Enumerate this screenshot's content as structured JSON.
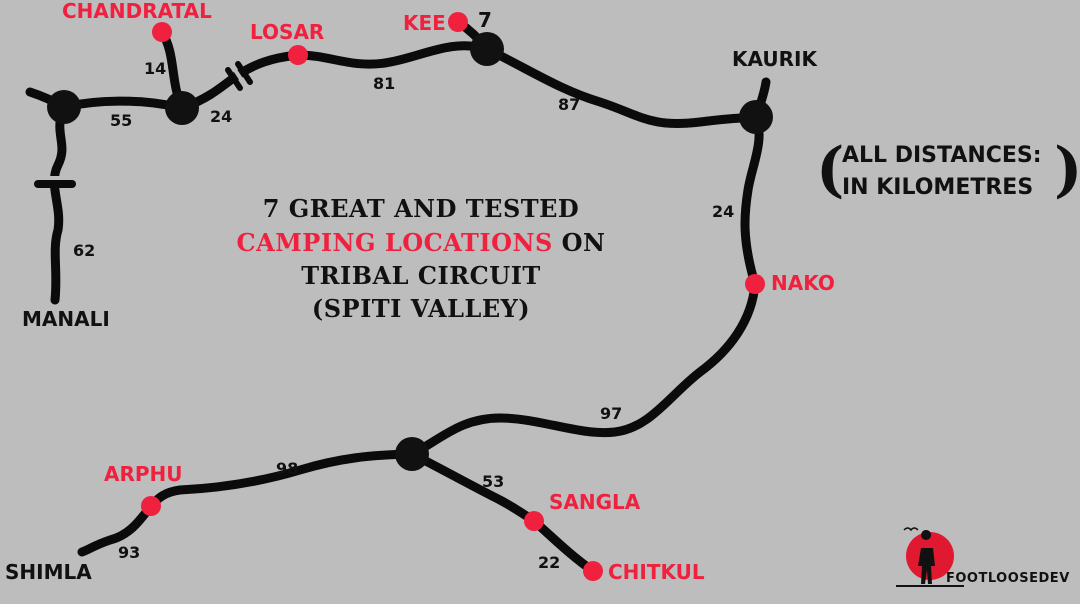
{
  "title": {
    "line1": "7 GREAT AND TESTED",
    "line2_highlight": "CAMPING LOCATIONS",
    "line2_rest": " ON",
    "line3": "TRIBAL CIRCUIT",
    "line4": "(SPITI VALLEY)"
  },
  "note": {
    "line1": "ALL DISTANCES:",
    "line2": "IN KILOMETRES"
  },
  "brand": "FOOTLOOSEDEV",
  "colors": {
    "camp": "#f0213f",
    "road": "#0b0b0b",
    "background": "#bdbdbd"
  },
  "places": {
    "chandratal": "CHANDRATAL",
    "losar": "LOSAR",
    "kee": "KEE",
    "kee_count": "7",
    "kaurik": "KAURIK",
    "nako": "NAKO",
    "manali": "MANALI",
    "arphu": "ARPHU",
    "shimla": "SHIMLA",
    "sangla": "SANGLA",
    "chitkul": "CHITKUL"
  },
  "distances": {
    "chandratal_junction": "14",
    "junction_west": "55",
    "junction_losar": "24",
    "losar_kee": "81",
    "kee_kaurik": "87",
    "kaurik_nako": "24",
    "manali_junction": "62",
    "nako_hub": "97",
    "hub_arphu": "98",
    "hub_sangla": "53",
    "sangla_chitkul": "22",
    "arphu_shimla": "93"
  }
}
